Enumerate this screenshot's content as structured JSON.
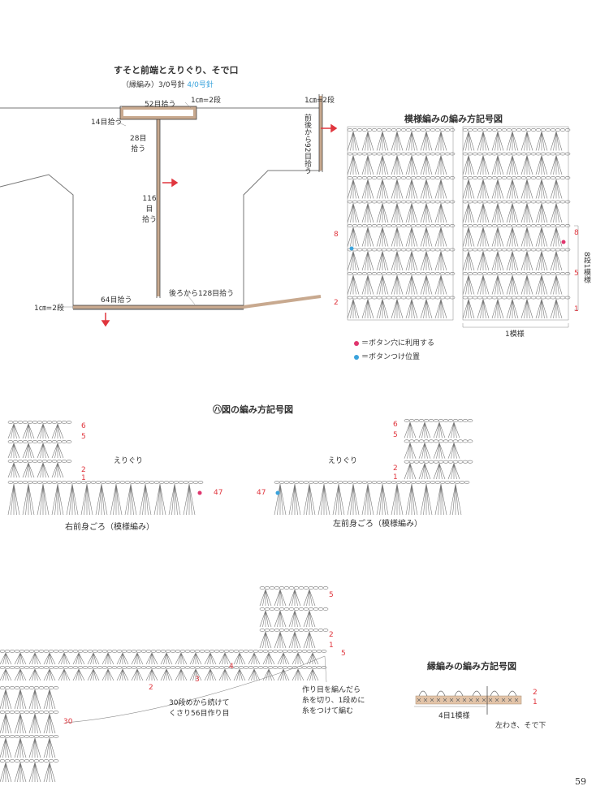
{
  "top": {
    "title": "すそと前端とえりぐり、そで口",
    "subtitle_a": "（縁編み）3/0号針",
    "subtitle_b": "4/0号針",
    "label_52": "52目拾う",
    "label_1cm_a": "1㎝=2段",
    "label_1cm_b": "1㎝=2段",
    "label_14": "14目拾う",
    "label_28": "28目\n拾う",
    "label_116": "116\n目\n拾う",
    "label_92": "前後から92目拾う",
    "label_64": "64目拾う",
    "label_128": "後ろから128目拾う",
    "label_1cm_c": "1㎝=2段"
  },
  "pattern": {
    "title": "模様編みの編み方記号図",
    "row8_left": "8",
    "row2_left": "2",
    "row8_right": "8",
    "row5_right": "5",
    "row1_right": "1",
    "repeat_label": "8段1模様",
    "one_pattern": "1模様",
    "legend_pink": "＝ボタン穴に利用する",
    "legend_blue": "＝ボタンつけ位置",
    "color_pink": "#e0366e",
    "color_blue": "#3aa3dc"
  },
  "section_ha": {
    "title": "㋩図の編み方記号図",
    "right_front": "右前身ごろ（模様編み）",
    "left_front": "左前身ごろ（模様編み）",
    "eri_left": "えりぐり",
    "eri_right": "えりぐり",
    "r6a": "6",
    "r5a": "5",
    "r2a": "2",
    "r1a": "1",
    "r47a": "47",
    "r6b": "6",
    "r5b": "5",
    "r2b": "2",
    "r1b": "1",
    "r47b": "47"
  },
  "bottom": {
    "r5a": "5",
    "r2": "2",
    "r1": "1",
    "r5b": "5",
    "r4": "4",
    "r3": "3",
    "r2b": "2",
    "r30": "30",
    "note_a": "30段めから続けて\nくさり56目作り目",
    "note_b": "作り目を編んだら\n糸を切り、1段めに\n糸をつけて編む"
  },
  "edging": {
    "title": "縁編みの編み方記号図",
    "r2": "2",
    "r1": "1",
    "repeat": "4目1模様",
    "side": "左わき、そで下"
  },
  "page_number": "59"
}
